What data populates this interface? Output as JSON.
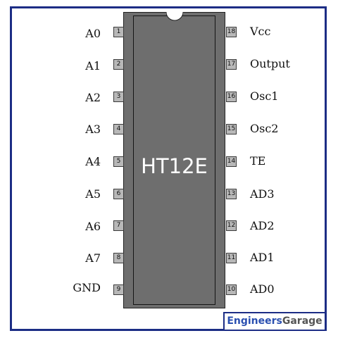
{
  "chip": {
    "name": "HT12E"
  },
  "pins_left": [
    {
      "num": "1",
      "label": "A0"
    },
    {
      "num": "2",
      "label": "A1"
    },
    {
      "num": "3",
      "label": "A2"
    },
    {
      "num": "4",
      "label": "A3"
    },
    {
      "num": "5",
      "label": "A4"
    },
    {
      "num": "6",
      "label": "A5"
    },
    {
      "num": "7",
      "label": "A6"
    },
    {
      "num": "8",
      "label": "A7"
    },
    {
      "num": "9",
      "label": "GND"
    }
  ],
  "pins_right": [
    {
      "num": "18",
      "label": "Vcc"
    },
    {
      "num": "17",
      "label": "Output"
    },
    {
      "num": "16",
      "label": "Osc1"
    },
    {
      "num": "15",
      "label": "Osc2"
    },
    {
      "num": "14",
      "label": "TE"
    },
    {
      "num": "13",
      "label": "AD3"
    },
    {
      "num": "12",
      "label": "AD2"
    },
    {
      "num": "11",
      "label": "AD1"
    },
    {
      "num": "10",
      "label": "AD0"
    }
  ],
  "logo": {
    "part1": "Engineers",
    "part2": "Garage"
  },
  "colors": {
    "frame": "#1c2d85",
    "chip": "#6e6e6e",
    "pin": "#b8b8b8",
    "logo_blue": "#2a4fb0"
  }
}
